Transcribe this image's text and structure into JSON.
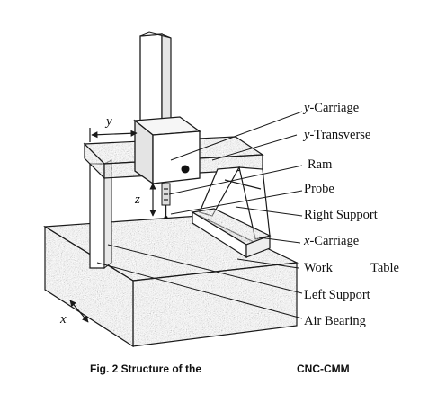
{
  "labels": {
    "y_carriage_prefix": "y",
    "y_carriage_suffix": "-Carriage",
    "y_transverse_prefix": "y",
    "y_transverse_suffix": "-Transverse",
    "ram": "Ram",
    "probe": "Probe",
    "right_support": "Right Support",
    "x_carriage_prefix": "x",
    "x_carriage_suffix": "-Carriage",
    "work": "Work",
    "table": "Table",
    "left_support": "Left Support",
    "air_bearing": "Air Bearing"
  },
  "axes": {
    "x": "x",
    "y": "y",
    "z": "z"
  },
  "caption": {
    "prefix": "Fig. 2   Structure of the",
    "suffix": "CNC-CMM"
  },
  "colors": {
    "ink": "#1a1a1a",
    "granite_base": "#9a9a9a",
    "paper": "#ffffff"
  }
}
